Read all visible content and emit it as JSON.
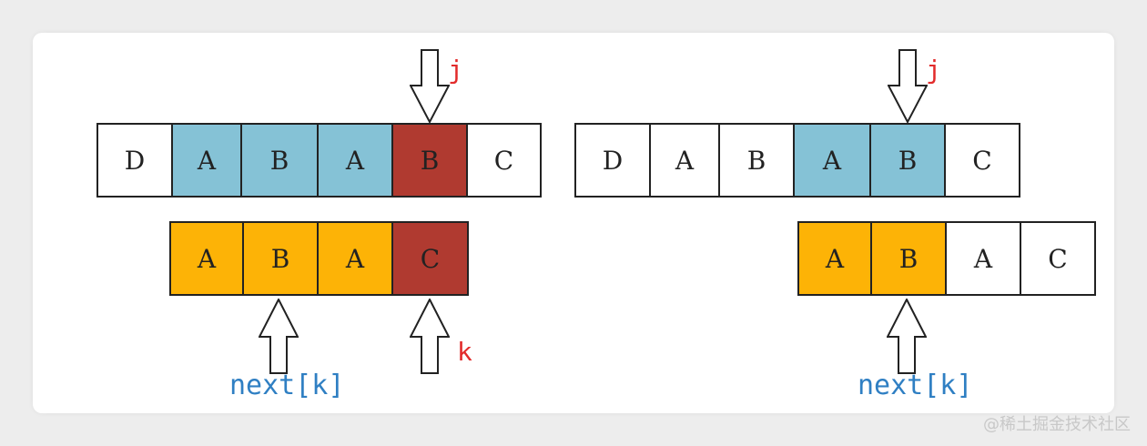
{
  "colors": {
    "matched": "#85c2d6",
    "mismatch": "#b03a30",
    "pattern_match": "#fdb306",
    "empty": "#ffffff",
    "pointer_label": "#e22b2b",
    "next_label": "#2f7fc3"
  },
  "left": {
    "text_cells": [
      {
        "char": "D",
        "state": "empty"
      },
      {
        "char": "A",
        "state": "matched"
      },
      {
        "char": "B",
        "state": "matched"
      },
      {
        "char": "A",
        "state": "matched"
      },
      {
        "char": "B",
        "state": "mismatch"
      },
      {
        "char": "C",
        "state": "empty"
      }
    ],
    "pattern_cells": [
      {
        "char": "A",
        "state": "pattern_match"
      },
      {
        "char": "B",
        "state": "pattern_match"
      },
      {
        "char": "A",
        "state": "pattern_match"
      },
      {
        "char": "C",
        "state": "mismatch"
      }
    ],
    "j_label": "j",
    "k_label": "k",
    "next_label": "next[k]"
  },
  "right": {
    "text_cells": [
      {
        "char": "D",
        "state": "empty"
      },
      {
        "char": "A",
        "state": "empty"
      },
      {
        "char": "B",
        "state": "empty"
      },
      {
        "char": "A",
        "state": "matched"
      },
      {
        "char": "B",
        "state": "matched"
      },
      {
        "char": "C",
        "state": "empty"
      }
    ],
    "pattern_cells": [
      {
        "char": "A",
        "state": "pattern_match"
      },
      {
        "char": "B",
        "state": "pattern_match"
      },
      {
        "char": "A",
        "state": "empty"
      },
      {
        "char": "C",
        "state": "empty"
      }
    ],
    "j_label": "j",
    "next_label": "next[k]"
  },
  "watermark": "@稀土掘金技术社区"
}
